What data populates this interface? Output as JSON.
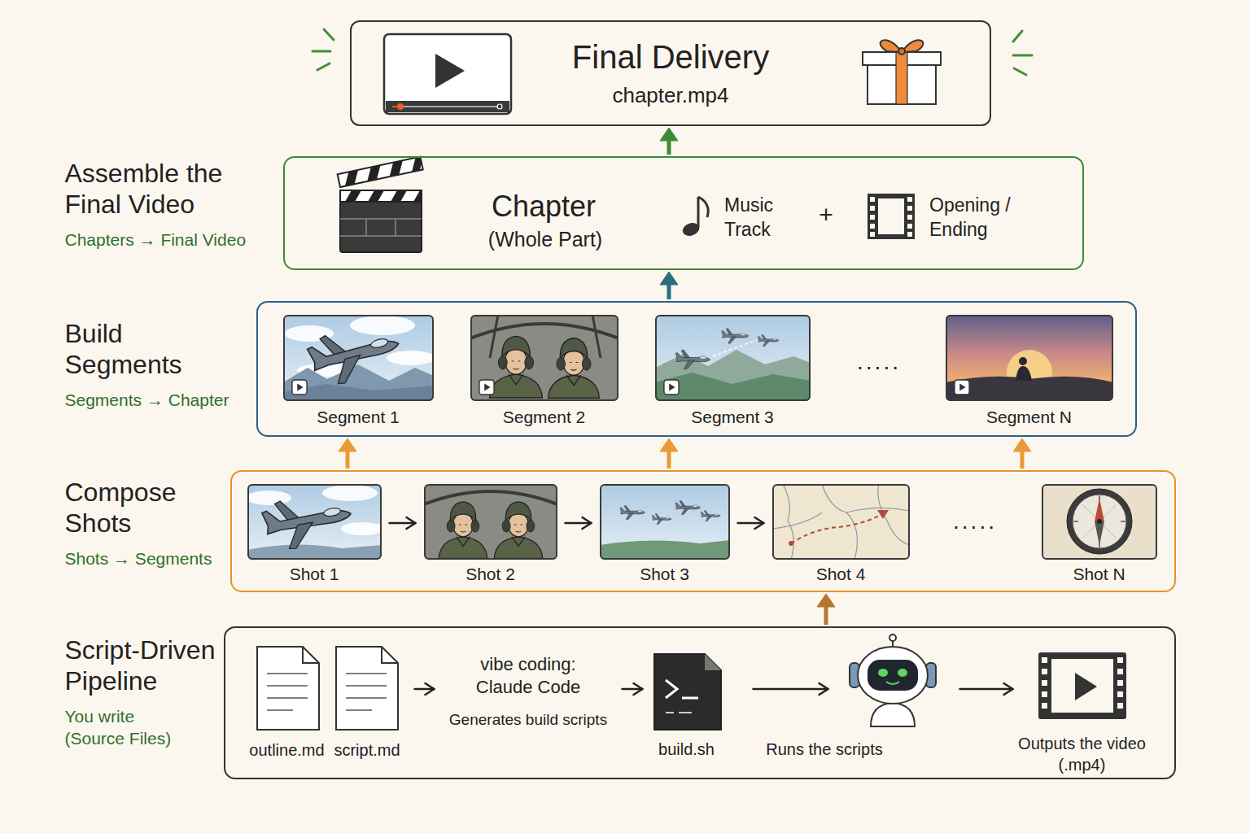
{
  "diagram": {
    "nodes": [
      {
        "text": [
          "Final Delivery",
          "chapter.mp4"
        ]
      },
      {
        "text": [
          "Assemble the Final Video",
          "Chapters → Final Video"
        ]
      },
      {
        "text": [
          "Build Segments",
          "Segments → Chapter"
        ]
      },
      {
        "text": [
          "Segment 1"
        ],
        "in": 2
      },
      {
        "text": [
          "Segment 2"
        ],
        "in": 2
      },
      {
        "text": [
          "Segment 3"
        ],
        "in": 2
      },
      {
        "text": [
          "Segment N"
        ],
        "in": 2
      },
      {
        "text": [
          "Compose Shots",
          "Shots → Segments"
        ]
      },
      {
        "text": [
          "Shot 1"
        ],
        "in": 7
      },
      {
        "text": [
          "Shot 2"
        ],
        "in": 7
      },
      {
        "text": [
          "Shot 3"
        ],
        "in": 7
      },
      {
        "text": [
          "Shot 4"
        ],
        "in": 7
      },
      {
        "text": [
          "Shot N"
        ],
        "in": 7
      },
      {
        "text": [
          "Script-Driven Pipeline",
          "You write (Source Files)"
        ]
      },
      {
        "text": [
          "outline.md"
        ],
        "in": 13
      },
      {
        "text": [
          "script.md"
        ],
        "in": 13
      },
      {
        "text": [
          "vibe coding: Claude Code",
          "Generates build scripts"
        ],
        "in": 13
      },
      {
        "text": [
          "build.sh"
        ],
        "in": 13
      },
      {
        "text": [
          "Runs the scripts"
        ],
        "in": 13
      },
      {
        "text": [
          "Outputs the video (.mp4)"
        ],
        "in": 13
      }
    ],
    "edges": [
      {
        "from": 13,
        "to": 7,
        "arrow": "to"
      },
      {
        "from": 7,
        "to": 2,
        "arrow": "to"
      },
      {
        "from": 7,
        "to": 2,
        "arrow": "to"
      },
      {
        "from": 7,
        "to": 2,
        "arrow": "to"
      },
      {
        "from": 2,
        "to": 1,
        "arrow": "to"
      },
      {
        "from": 1,
        "to": 0,
        "arrow": "to"
      },
      {
        "from": 8,
        "to": 9,
        "arrow": "to"
      },
      {
        "from": 9,
        "to": 10,
        "arrow": "to"
      },
      {
        "from": 10,
        "to": 11,
        "arrow": "to"
      },
      {
        "from": 15,
        "to": 16,
        "arrow": "to"
      },
      {
        "from": 16,
        "to": 17,
        "arrow": "to"
      },
      {
        "from": 17,
        "to": 18,
        "arrow": "to"
      },
      {
        "from": 18,
        "to": 19,
        "arrow": "to"
      }
    ],
    "labels": [
      "Chapter",
      "(Whole Part)",
      "Music Track",
      "+",
      "Opening / Ending",
      ".....",
      "....."
    ]
  }
}
